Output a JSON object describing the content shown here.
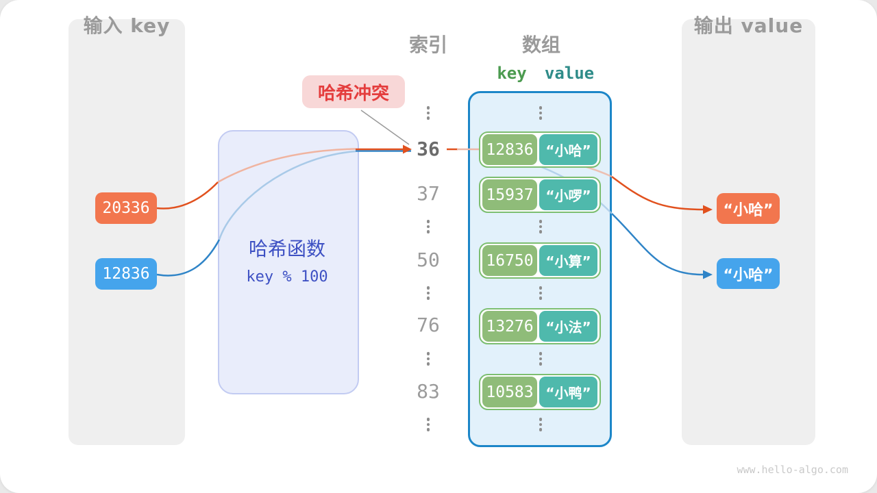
{
  "input_panel": {
    "title": "输入 key",
    "keys": [
      {
        "value": "20336",
        "color": "#f2764e"
      },
      {
        "value": "12836",
        "color": "#45a4ec"
      }
    ]
  },
  "hash_box": {
    "title": "哈希函数",
    "formula": "key % 100"
  },
  "collision_label": "哈希冲突",
  "table": {
    "index_title": "索引",
    "array_title": "数组",
    "key_header": "key",
    "value_header": "value",
    "rows": [
      {
        "index": "36",
        "key": "12836",
        "value": "“小哈”",
        "highlight": true
      },
      {
        "index": "37",
        "key": "15937",
        "value": "“小啰”",
        "highlight": false
      },
      {
        "index": "50",
        "key": "16750",
        "value": "“小算”",
        "highlight": false
      },
      {
        "index": "76",
        "key": "13276",
        "value": "“小法”",
        "highlight": false
      },
      {
        "index": "83",
        "key": "10583",
        "value": "“小鸭”",
        "highlight": false
      }
    ]
  },
  "output_panel": {
    "title": "输出 value",
    "outputs": [
      {
        "text": "“小哈”",
        "color": "#f2764e"
      },
      {
        "text": "“小哈”",
        "color": "#45a4ec"
      }
    ]
  },
  "colors": {
    "arrow_orange": "#e1511e",
    "arrow_blue": "#2f84c7",
    "key_cell_green": "#8fbc79",
    "value_cell_teal": "#4fb9ac",
    "bucket_border_blue": "#1c86c8",
    "hash_text_indigo": "#3d50c3",
    "collision_red": "#e43d3d"
  },
  "watermark": "www.hello-algo.com"
}
